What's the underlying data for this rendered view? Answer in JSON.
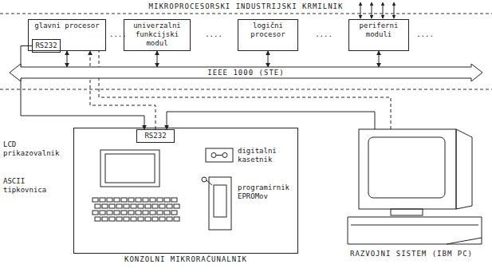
{
  "diagram": {
    "title": "MIKROPROCESORSKI INDUSTRIJSKI KRMILNIK",
    "nodes": [
      {
        "text": [
          "glavni procesor"
        ]
      },
      {
        "text": [
          "RS232"
        ],
        "in": 0
      },
      {
        "text": [
          "univerzalni funkcijski modul"
        ]
      },
      {
        "text": [
          "logični procesor"
        ]
      },
      {
        "text": [
          "periferni moduli"
        ]
      },
      {
        "text": [
          "IEEE 1000 (STE)"
        ]
      },
      {
        "text": [
          "KONZOLNI MIKRORAČUNALNIK"
        ]
      },
      {
        "text": [
          "RS232"
        ],
        "in": 6
      },
      {
        "text": [
          "RAZVOJNI SISTEM (IBM PC)"
        ]
      }
    ],
    "edges": [
      {
        "from": 0,
        "to": 5,
        "arrow": "both"
      },
      {
        "from": 2,
        "to": 5,
        "arrow": "both"
      },
      {
        "from": 3,
        "to": 5,
        "arrow": "both"
      },
      {
        "from": 4,
        "to": 5,
        "arrow": "both"
      },
      {
        "from": 1,
        "to": 7,
        "arrow": "to"
      },
      {
        "from": 7,
        "to": 0,
        "arrow": "to"
      },
      {
        "from": 8,
        "to": 7,
        "arrow": "to"
      },
      {
        "from": 8,
        "to": 0,
        "arrow": "none"
      }
    ],
    "labels": [
      "....",
      "....",
      "....",
      "....",
      "LCD prikazovalnik",
      "ASCII tipkovnica",
      "digitalni kasetnik",
      "programirnik EPROMov"
    ]
  }
}
